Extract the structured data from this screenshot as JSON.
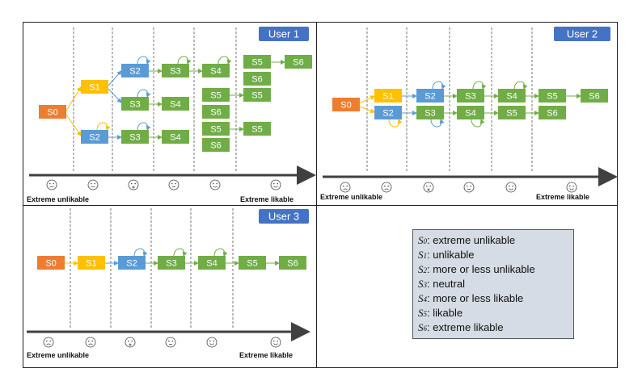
{
  "colors": {
    "S0": "#ed7d31",
    "S1": "#ffc000",
    "S2": "#5b9bd5",
    "S3": "#70ad47",
    "S4": "#70ad47",
    "S5": "#70ad47",
    "S6": "#70ad47",
    "user_tag": "#4472c4",
    "edge": "#70ad47",
    "edge_yellow": "#ffc000",
    "edge_blue": "#5b9bd5"
  },
  "panels": [
    {
      "id": "user1",
      "tag": "User 1",
      "left_label": "Extreme unlikable",
      "right_label": "Extreme likable"
    },
    {
      "id": "user2",
      "tag": "User 2",
      "left_label": "Extreme unlikable",
      "right_label": "Extreme likable"
    },
    {
      "id": "user3",
      "tag": "User 3",
      "left_label": "Extreme unlikable",
      "right_label": "Extreme likable"
    }
  ],
  "state_labels": [
    "S0",
    "S1",
    "S2",
    "S3",
    "S4",
    "S5",
    "S6"
  ],
  "legend": [
    {
      "sym": "S",
      "sub": "0",
      "text": ": extreme unlikable"
    },
    {
      "sym": "S",
      "sub": "1",
      "text": ": unlikable"
    },
    {
      "sym": "S",
      "sub": "2",
      "text": ": more or less unlikable"
    },
    {
      "sym": "S",
      "sub": "3",
      "text": ": neutral"
    },
    {
      "sym": "S",
      "sub": "4",
      "text": ": more or less likable"
    },
    {
      "sym": "S",
      "sub": "5",
      "text": ": likable"
    },
    {
      "sym": "S",
      "sub": "6",
      "text": ": extreme likable"
    }
  ],
  "faces": [
    "extreme-unlikable",
    "unlikable",
    "more-or-less-unlikable",
    "neutral",
    "more-or-less-likable",
    "extreme-likable"
  ]
}
